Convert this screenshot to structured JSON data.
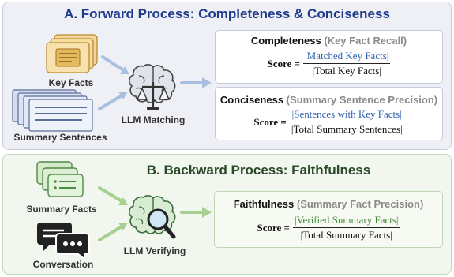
{
  "forward": {
    "title": "A. Forward Process: Completeness & Conciseness",
    "inputs": {
      "key_facts": "Key Facts",
      "summary_sentences": "Summary Sentences"
    },
    "method": "LLM Matching",
    "completeness": {
      "title": "Completeness",
      "subtitle": "(Key Fact Recall)",
      "lhs": "Score =",
      "numerator": "|Matched Key Facts|",
      "denominator": "|Total Key Facts|"
    },
    "conciseness": {
      "title": "Conciseness",
      "subtitle": "(Summary Sentence Precision)",
      "lhs": "Score =",
      "numerator": "|Sentences with Key Facts|",
      "denominator": "|Total Summary Sentences|"
    }
  },
  "backward": {
    "title": "B. Backward Process: Faithfulness",
    "inputs": {
      "summary_facts": "Summary Facts",
      "conversation": "Conversation"
    },
    "method": "LLM Verifying",
    "faithfulness": {
      "title": "Faithfulness",
      "subtitle": "(Summary Fact Precision)",
      "lhs": "Score =",
      "numerator": "|Verified Summary Facts|",
      "denominator": "|Total Summary Facts|"
    }
  },
  "colors": {
    "forward_accent": "#1f3a8a",
    "forward_arrow": "#a9bfe0",
    "backward_arrow": "#a6d08f",
    "numerator_forward": "#2f5fb0",
    "numerator_backward": "#3f8a3a"
  }
}
